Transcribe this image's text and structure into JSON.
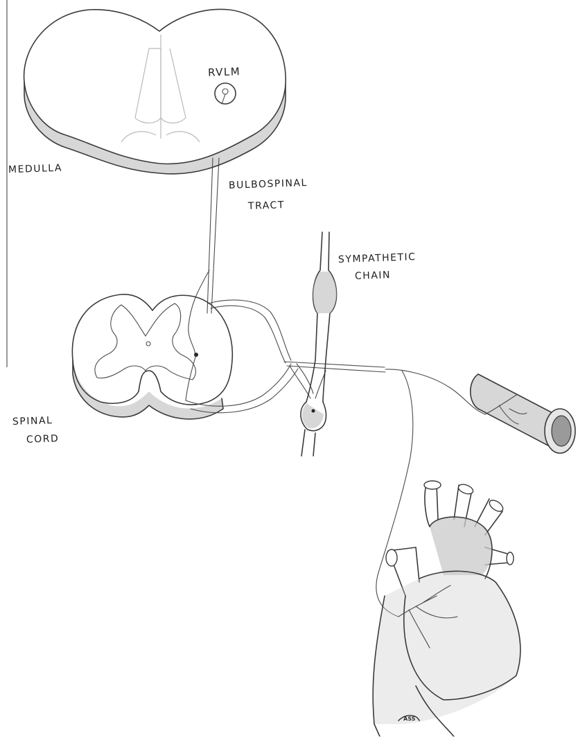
{
  "labels": {
    "rvlm": "RVLM",
    "medulla": "MEDULLA",
    "bulbospinal_line1": "BULBOSPINAL",
    "bulbospinal_line2": "TRACT",
    "sympathetic_line1": "SYMPATHETIC",
    "sympathetic_line2": "CHAIN",
    "spinal_line1": "SPINAL",
    "spinal_line2": "CORD"
  },
  "signature": "ASS",
  "colors": {
    "paper": "#ffffff",
    "pencil": "#3a3a3a",
    "shading": "#c9c9c9"
  }
}
